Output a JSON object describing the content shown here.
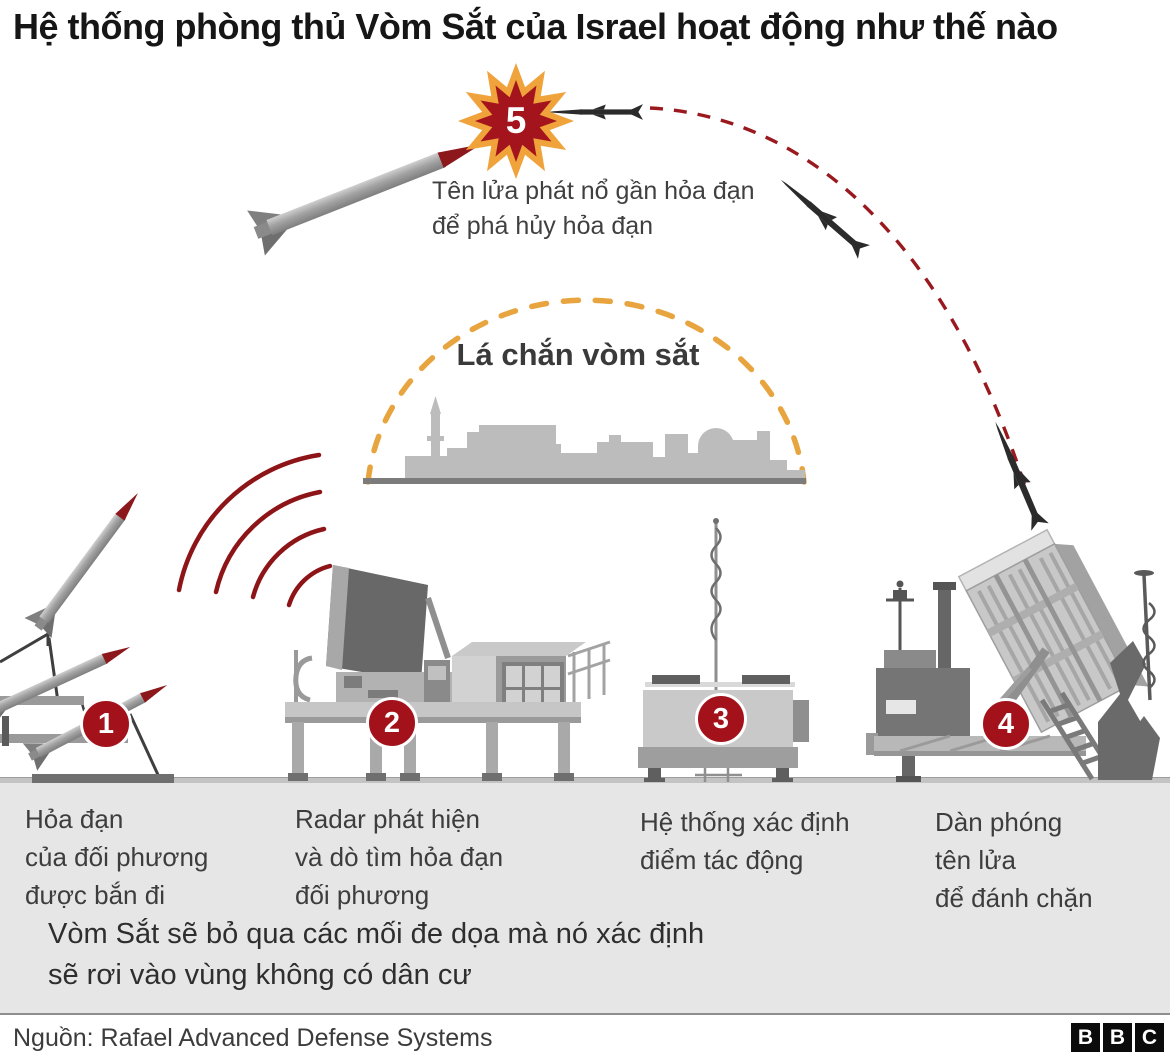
{
  "header": {
    "title": "Hệ thống phòng thủ Vòm Sắt của Israel hoạt động như thế nào"
  },
  "interception": {
    "num": "5",
    "label": "Tên lửa phát nổ gần hỏa đạn\nđể phá hủy hỏa đạn"
  },
  "dome": {
    "label": "Lá chắn vòm sắt"
  },
  "steps": [
    {
      "num": "1",
      "label": "Hỏa đạn\ncủa đối phương\nđược bắn đi"
    },
    {
      "num": "2",
      "label": "Radar phát hiện\nvà dò tìm hỏa đạn\nđối phương"
    },
    {
      "num": "3",
      "label": "Hệ thống xác định\nđiểm tác động"
    },
    {
      "num": "4",
      "label": "Dàn phóng\ntên lửa\nđể đánh chặn"
    }
  ],
  "note": {
    "text": "Vòm Sắt sẽ bỏ qua các mối đe dọa mà nó xác định\nsẽ rơi vào vùng không có dân cư"
  },
  "footer": {
    "source": "Nguồn: Rafael Advanced Defense Systems",
    "logo": [
      "B",
      "B",
      "C"
    ]
  },
  "colors": {
    "accent_red": "#a3121b",
    "dark_red_nose": "#8c181c",
    "trajectory_red": "#9a191e",
    "explosion_orange": "#f0a23b",
    "dome_dash_orange": "#e8a43e",
    "missile_black": "#2b2b2b",
    "machine_gray": "#c6c6c6",
    "band_gray": "#e6e6e6",
    "skyline_gray": "#bcbcbc",
    "text_dark": "#161616"
  }
}
